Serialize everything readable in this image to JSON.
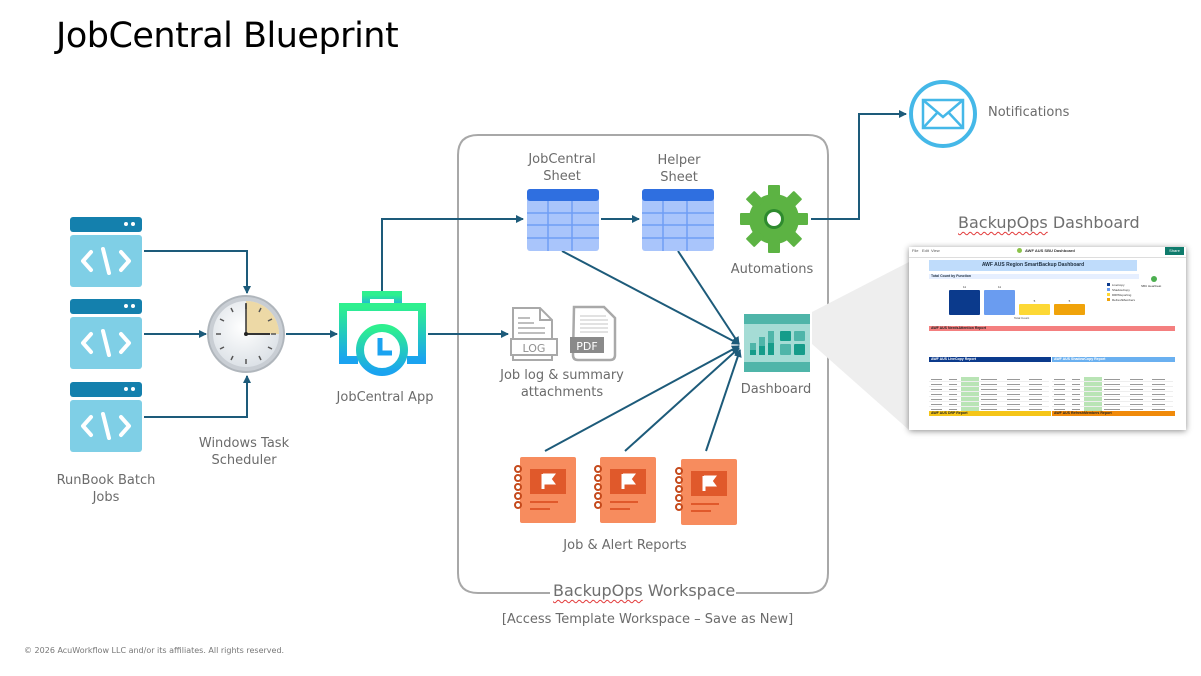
{
  "title": "JobCentral Blueprint",
  "nodes": {
    "runbook": {
      "label_line1": "RunBook Batch",
      "label_line2": "Jobs",
      "icon": "code-window-icon",
      "count": 3
    },
    "scheduler": {
      "label_line1": "Windows Task",
      "label_line2": "Scheduler",
      "icon": "clock-icon"
    },
    "app": {
      "label": "JobCentral App",
      "icon": "briefcase-clock-icon"
    },
    "jobcentral_sheet": {
      "label_line1": "JobCentral",
      "label_line2": "Sheet",
      "icon": "spreadsheet-icon"
    },
    "helper_sheet": {
      "label_line1": "Helper",
      "label_line2": "Sheet",
      "icon": "spreadsheet-icon"
    },
    "automations": {
      "label": "Automations",
      "icon": "gear-icon"
    },
    "notifications": {
      "label": "Notifications",
      "icon": "envelope-icon"
    },
    "attachments": {
      "label_line1": "Job log & summary",
      "label_line2": "attachments",
      "log_badge": "LOG",
      "pdf_badge": "PDF"
    },
    "dashboard": {
      "label": "Dashboard",
      "icon": "dashboard-icon"
    },
    "reports": {
      "label": "Job & Alert Reports",
      "icon": "report-notebook-icon",
      "count": 3
    }
  },
  "workspace": {
    "title_word1": "BackupOps",
    "title_word2": " Workspace",
    "subtitle": "[Access Template Workspace – Save as New]"
  },
  "preview": {
    "title_word1": "BackupOps",
    "title_word2": " Dashboard",
    "menu": [
      "File",
      "Edit",
      "View"
    ],
    "doc_title": "AWF AUS SBU Dashboard",
    "share_label": "Share",
    "banner": "AWF AUS Region SmartBackup Dashboard",
    "chart_title": "Total Count by Function",
    "chart_xlabel": "Total Count",
    "bars": [
      {
        "name": "LiveCopy",
        "value": 11,
        "color": "#0b3a8c"
      },
      {
        "name": "ShadowCopy",
        "value": 11,
        "color": "#6a9cf0"
      },
      {
        "name": "DRPReporting",
        "value": 5,
        "color": "#fdd835"
      },
      {
        "name": "RefreshMembers",
        "value": 5,
        "color": "#f0a30a"
      }
    ],
    "status_label": "SBU Heartbeat",
    "sections": [
      {
        "title": "AWF AUS NeedsAttention Report",
        "color": "#f47f7f"
      },
      {
        "title": "AWF AUS LiveCopy Report",
        "color": "#0b3a8c"
      },
      {
        "title": "AWF AUS ShadowCopy Report",
        "color": "#6ab0f0"
      },
      {
        "title": "AWF AUS DRP Report",
        "color": "#f5c518"
      },
      {
        "title": "AWF AUS RefreshMembers Report",
        "color": "#f08a0a"
      }
    ],
    "columns": [
      "Function",
      "JobDuration (mins)",
      "JobStatus",
      "Computer",
      "StartStamp",
      "EndStamp"
    ],
    "status_value": "Completed"
  },
  "footer": "© 2026  AcuWorkflow LLC  and/or its affiliates. All rights reserved.",
  "colors": {
    "arrow": "#1d5b7a",
    "code_window_dark": "#1480ad",
    "code_window_light": "#7fcfe6",
    "sheet_header": "#2f6fe0",
    "sheet_body": "#a9c5fb",
    "gear": "#5cb343",
    "envelope": "#45b8e8",
    "dashboard": "#4fb5a9",
    "report": "#f78c5e",
    "report_dark": "#e0592b",
    "workspace_border": "#a8a8a8"
  }
}
